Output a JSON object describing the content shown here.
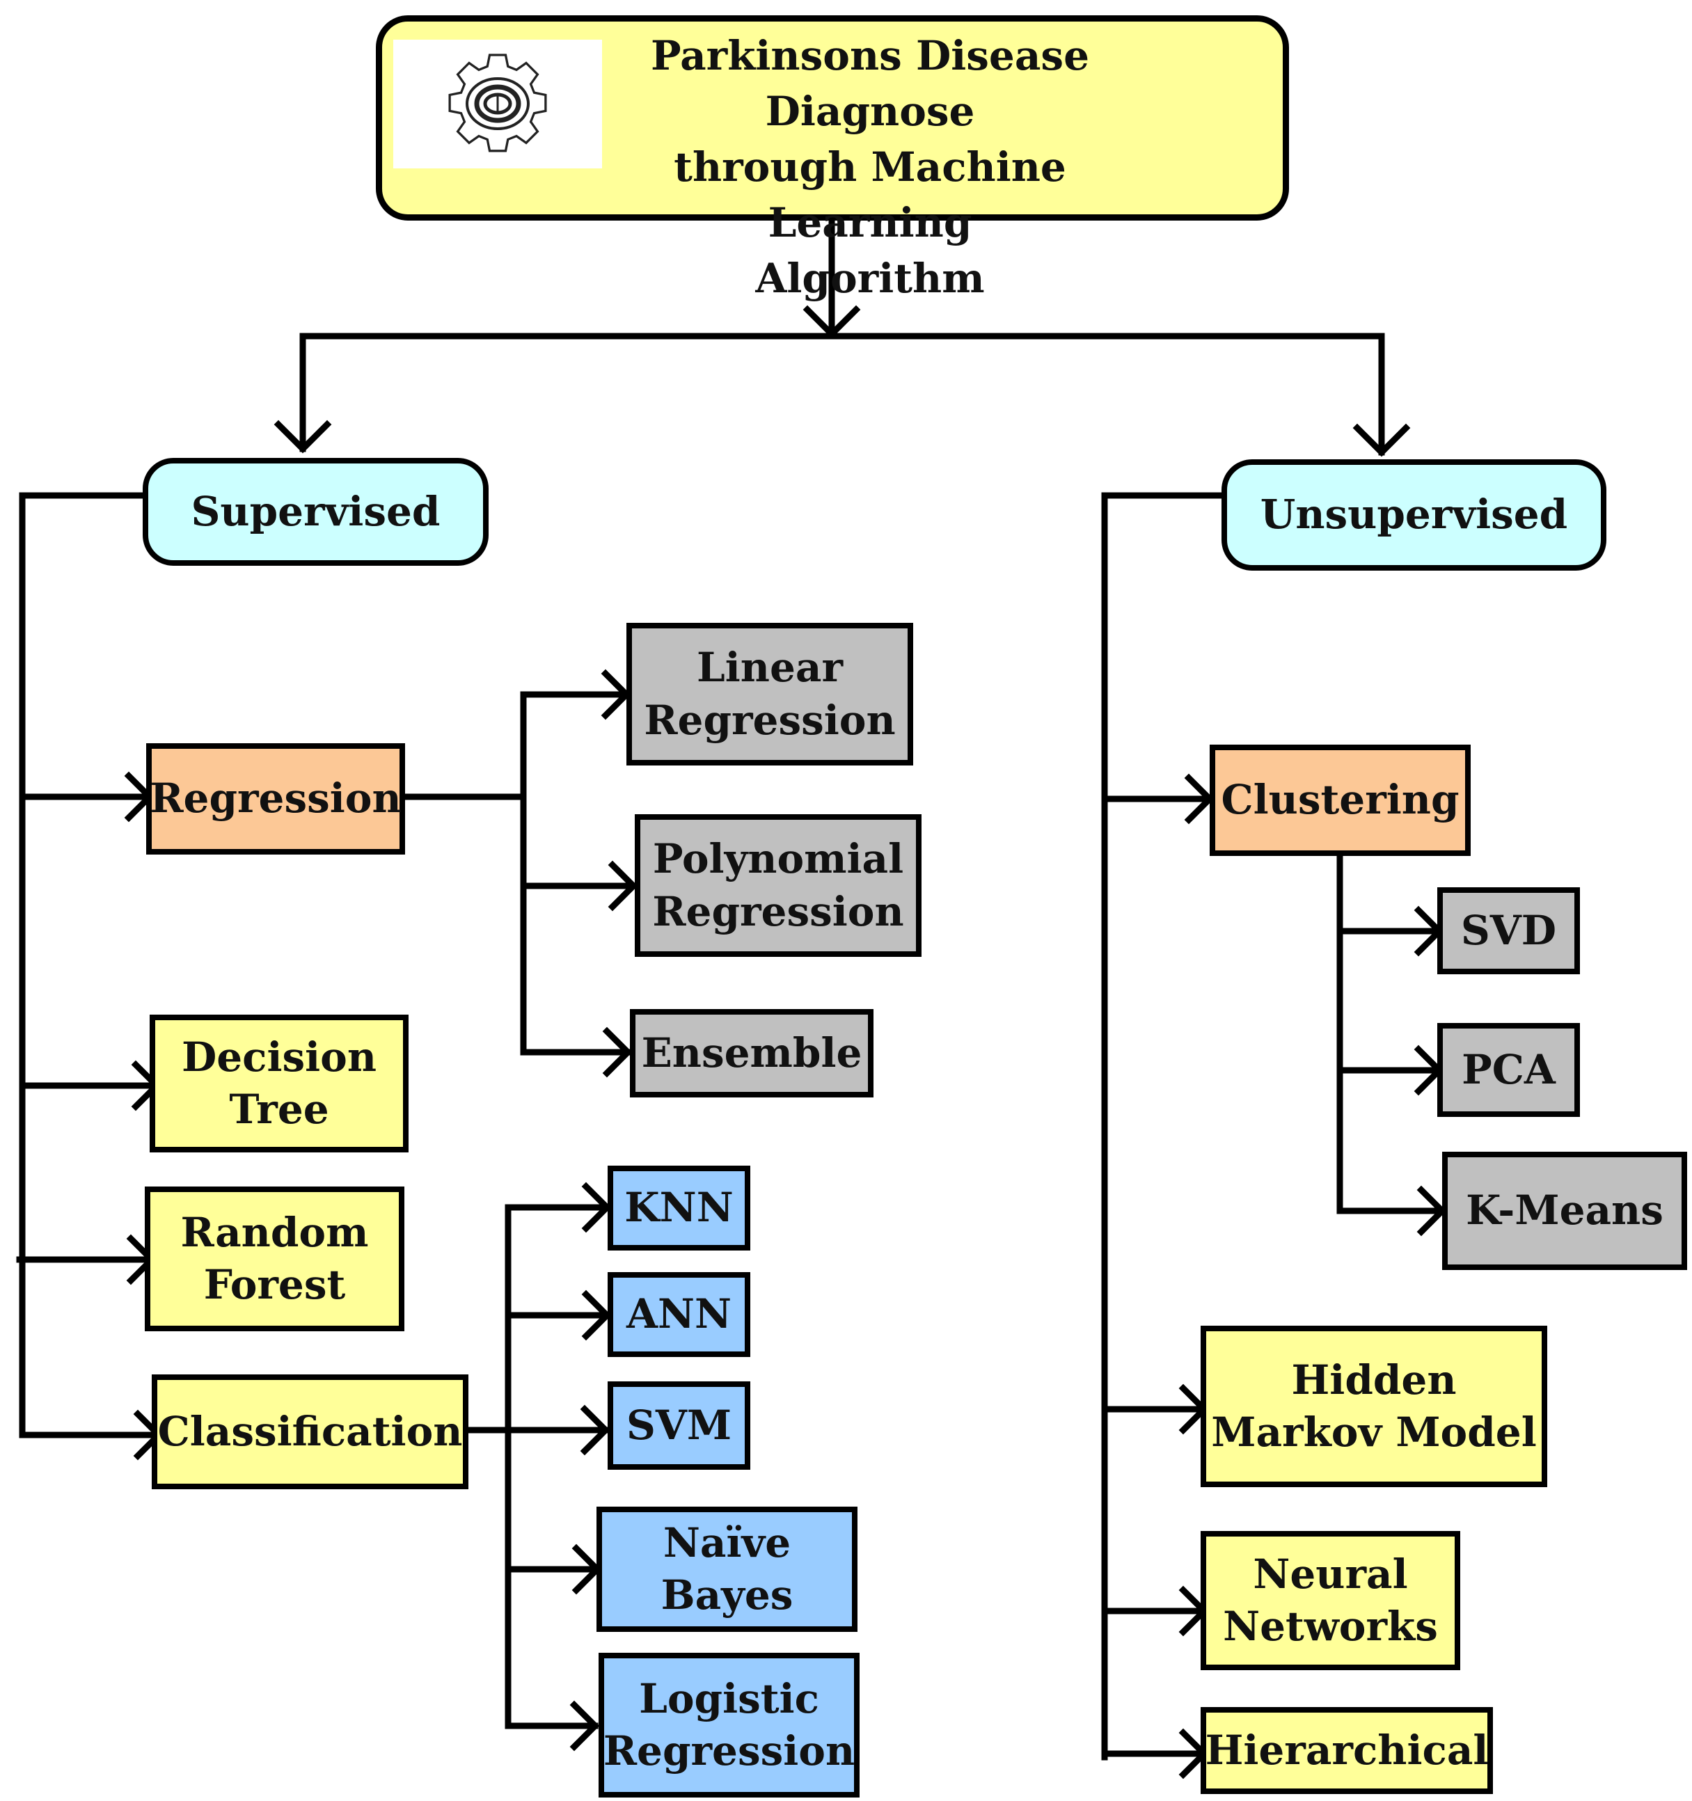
{
  "root": {
    "lines": [
      "Parkinsons Disease Diagnose",
      "through  Machine Learning",
      "Algorithm"
    ],
    "logo_icon": "gear-brain-icon"
  },
  "supervised": {
    "label": "Supervised",
    "regression": {
      "label": "Regression",
      "children": [
        [
          "Linear",
          "Regression"
        ],
        [
          "Polynomial",
          "Regression"
        ],
        [
          "Ensemble"
        ]
      ]
    },
    "decision_tree": [
      "Decision",
      "Tree"
    ],
    "random_forest": [
      "Random",
      "Forest"
    ],
    "classification": {
      "label": "Classification",
      "children": [
        [
          "KNN"
        ],
        [
          "ANN"
        ],
        [
          "SVM"
        ],
        [
          "Naïve",
          "Bayes"
        ],
        [
          "Logistic",
          "Regression"
        ]
      ]
    }
  },
  "unsupervised": {
    "label": "Unsupervised",
    "clustering": {
      "label": "Clustering",
      "children": [
        [
          "SVD"
        ],
        [
          "PCA"
        ],
        [
          "K-Means"
        ]
      ]
    },
    "hmm": [
      "Hidden",
      "Markov Model"
    ],
    "neural_networks": [
      "Neural",
      "Networks"
    ],
    "hierarchical": [
      "Hierarchical"
    ]
  }
}
